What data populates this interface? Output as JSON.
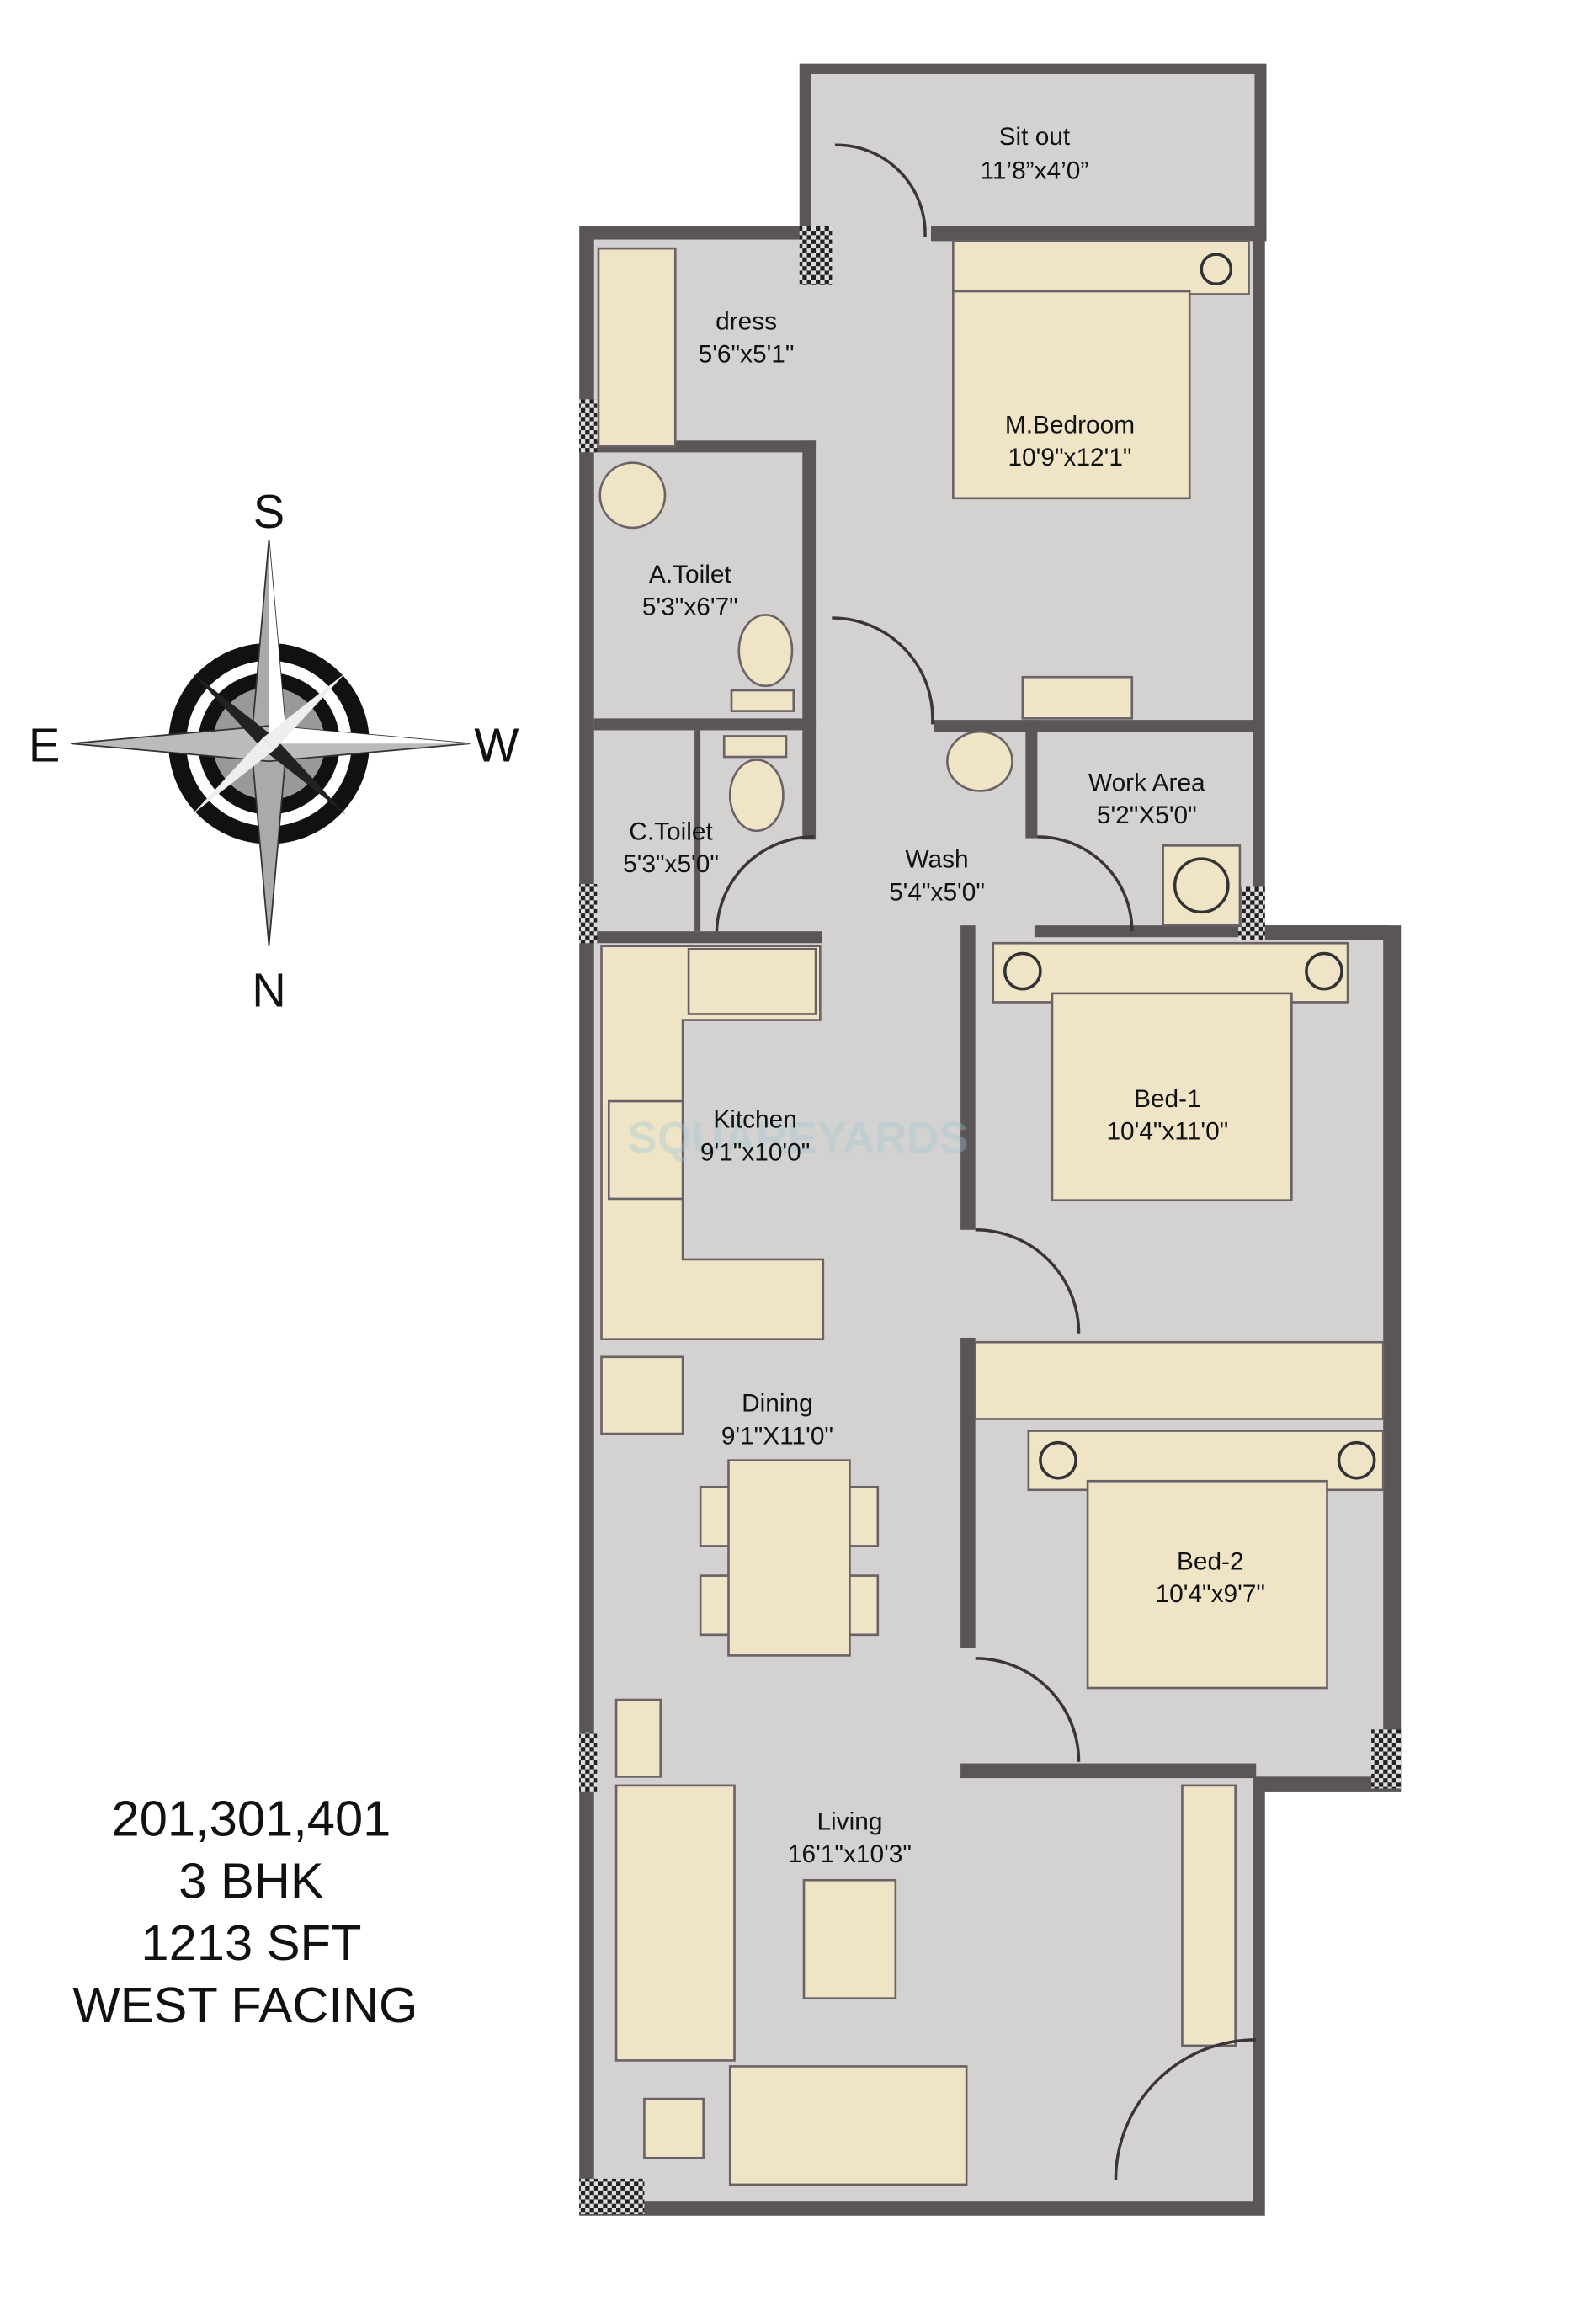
{
  "compass": {
    "north": "N",
    "south": "S",
    "east": "E",
    "west": "W"
  },
  "unit_info": {
    "unit_numbers": "201,301,401",
    "type": "3 BHK",
    "area": "1213 SFT",
    "facing": "WEST FACING"
  },
  "watermark": "SQUAREYARDS",
  "rooms": {
    "sit_out": {
      "name": "Sit out",
      "size": "11’8”x4’0”"
    },
    "dress": {
      "name": "dress",
      "size": "5'6\"x5'1\""
    },
    "master_bedroom": {
      "name": "M.Bedroom",
      "size": "10'9\"x12'1\""
    },
    "a_toilet": {
      "name": "A.Toilet",
      "size": "5'3\"x6'7\""
    },
    "c_toilet": {
      "name": "C.Toilet",
      "size": "5'3\"x5'0\""
    },
    "wash": {
      "name": "Wash",
      "size": "5'4\"x5'0\""
    },
    "work_area": {
      "name": "Work Area",
      "size": "5'2\"X5'0\""
    },
    "kitchen": {
      "name": "Kitchen",
      "size": "9'1\"x10'0\""
    },
    "bed_1": {
      "name": "Bed-1",
      "size": "10'4\"x11'0\""
    },
    "dining": {
      "name": "Dining",
      "size": "9'1\"X11'0\""
    },
    "bed_2": {
      "name": "Bed-2",
      "size": "10'4\"x9'7\""
    },
    "living": {
      "name": "Living",
      "size": "16'1\"x10'3\""
    }
  },
  "colors": {
    "floor": "#d4d2d0",
    "wall": "#5a5557",
    "furniture": "#efe4c6"
  }
}
